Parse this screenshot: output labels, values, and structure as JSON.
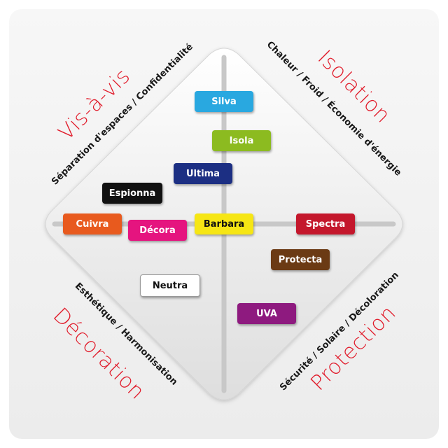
{
  "quadrants": {
    "top_left": {
      "title": "Vis-à-vis",
      "subtitle": "Séparation d'espaces / Confidentialité"
    },
    "top_right": {
      "title": "Isolation",
      "subtitle": "Chaleur / Froid / Économie d'énergie"
    },
    "bottom_left": {
      "title": "Décoration",
      "subtitle": "Esthétique / Harmonisation"
    },
    "bottom_right": {
      "title": "Protection",
      "subtitle": "Sécurité / Solaire / Décoloration"
    }
  },
  "products": [
    {
      "label": "Silva",
      "color": "#29a8e0"
    },
    {
      "label": "Isola",
      "color": "#8cbb20"
    },
    {
      "label": "Ultima",
      "color": "#1c2f83"
    },
    {
      "label": "Espionna",
      "color": "#111111"
    },
    {
      "label": "Cuivra",
      "color": "#e85a1e"
    },
    {
      "label": "Décora",
      "color": "#e5147f"
    },
    {
      "label": "Barbara",
      "color": "#f6e614"
    },
    {
      "label": "Spectra",
      "color": "#c4172c"
    },
    {
      "label": "Protecta",
      "color": "#6b3a14"
    },
    {
      "label": "Neutra",
      "color": "#ffffff"
    },
    {
      "label": "UVA",
      "color": "#8e1a7f"
    }
  ],
  "colors": {
    "title_red": "#e11d2c",
    "diamond_fill": "#e6e6e6",
    "axis": "#c8c8c8"
  }
}
